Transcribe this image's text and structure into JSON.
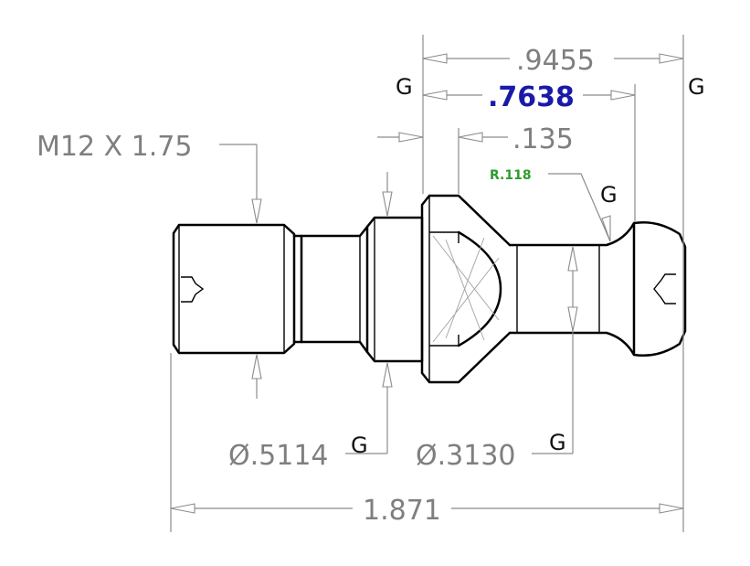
{
  "dimensions": {
    "overall_length": "1.871",
    "top_overall": ".9455",
    "top_driven": ".7638",
    "flange_thickness": ".135",
    "thread": "M12 X 1.75",
    "radius": "R.118",
    "dia_collar": "Ø.5114",
    "dia_neck": "Ø.3130"
  },
  "markers": {
    "g_top_left": "G",
    "g_top_right": "G",
    "g_radius": "G",
    "g_collar": "G",
    "g_neck": "G"
  },
  "colors": {
    "dimension_gray": "#7f7f7f",
    "driven_blue": "#1a1aa8",
    "radius_green": "#2e9b2e",
    "outline_black": "#000000"
  }
}
